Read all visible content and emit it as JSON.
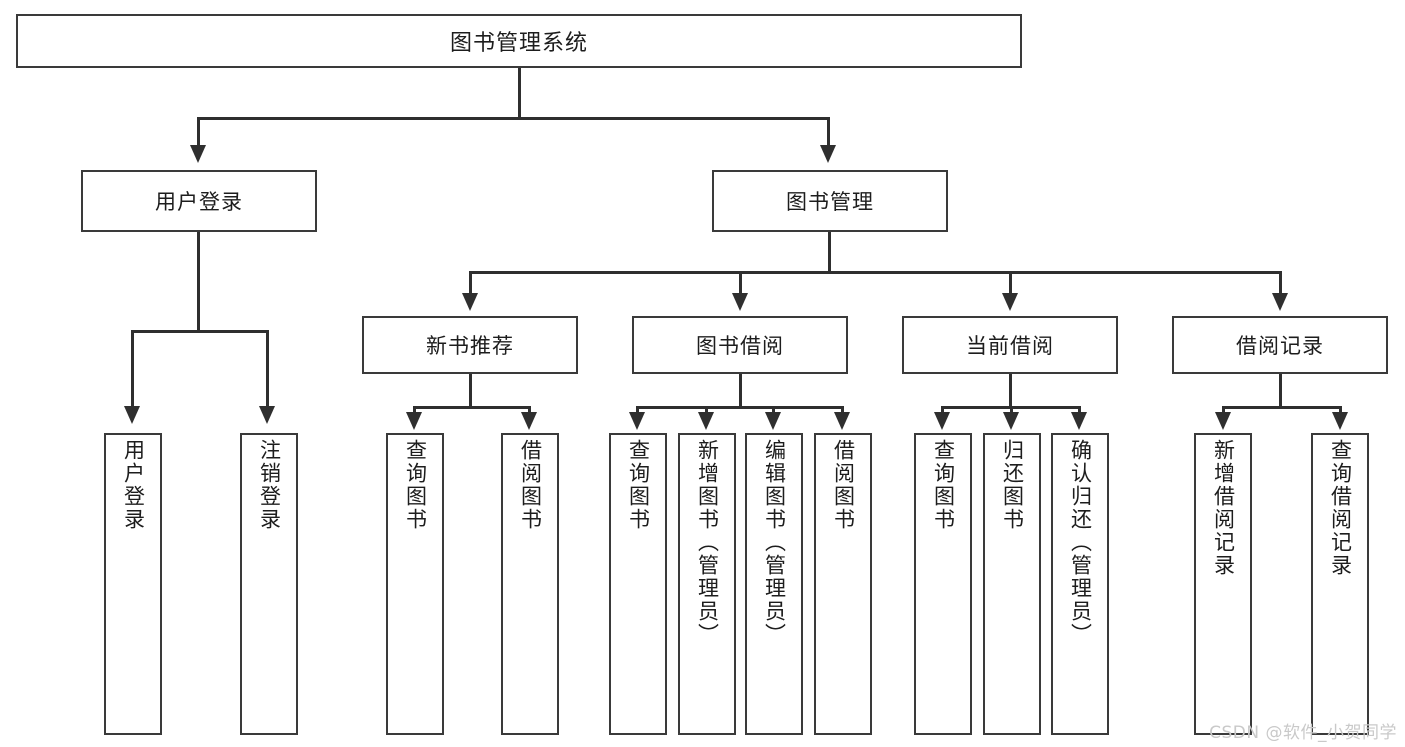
{
  "diagram": {
    "title": "图书管理系统",
    "root": {
      "label": "图书管理系统"
    },
    "level2": [
      {
        "label": "用户登录"
      },
      {
        "label": "图书管理"
      }
    ],
    "level3": [
      {
        "label": "新书推荐"
      },
      {
        "label": "图书借阅"
      },
      {
        "label": "当前借阅"
      },
      {
        "label": "借阅记录"
      }
    ],
    "leaves": {
      "user_login": [
        {
          "label": "用户登录"
        },
        {
          "label": "注销登录"
        }
      ],
      "new_book_recommend": [
        {
          "label": "查询图书"
        },
        {
          "label": "借阅图书"
        }
      ],
      "book_borrow": [
        {
          "label": "查询图书"
        },
        {
          "label": "新增图书（管理员）"
        },
        {
          "label": "编辑图书（管理员）"
        },
        {
          "label": "借阅图书"
        }
      ],
      "current_borrow": [
        {
          "label": "查询图书"
        },
        {
          "label": "归还图书"
        },
        {
          "label": "确认归还（管理员）"
        }
      ],
      "borrow_record": [
        {
          "label": "新增借阅记录"
        },
        {
          "label": "查询借阅记录"
        }
      ]
    }
  },
  "watermark": {
    "text": "CSDN @软件_小贺同学"
  },
  "colors": {
    "box_border": "#3a3a3a",
    "line": "#2f2f2f",
    "text": "#1d1d1d",
    "background": "#ffffff",
    "watermark": "#c9c9c9"
  }
}
